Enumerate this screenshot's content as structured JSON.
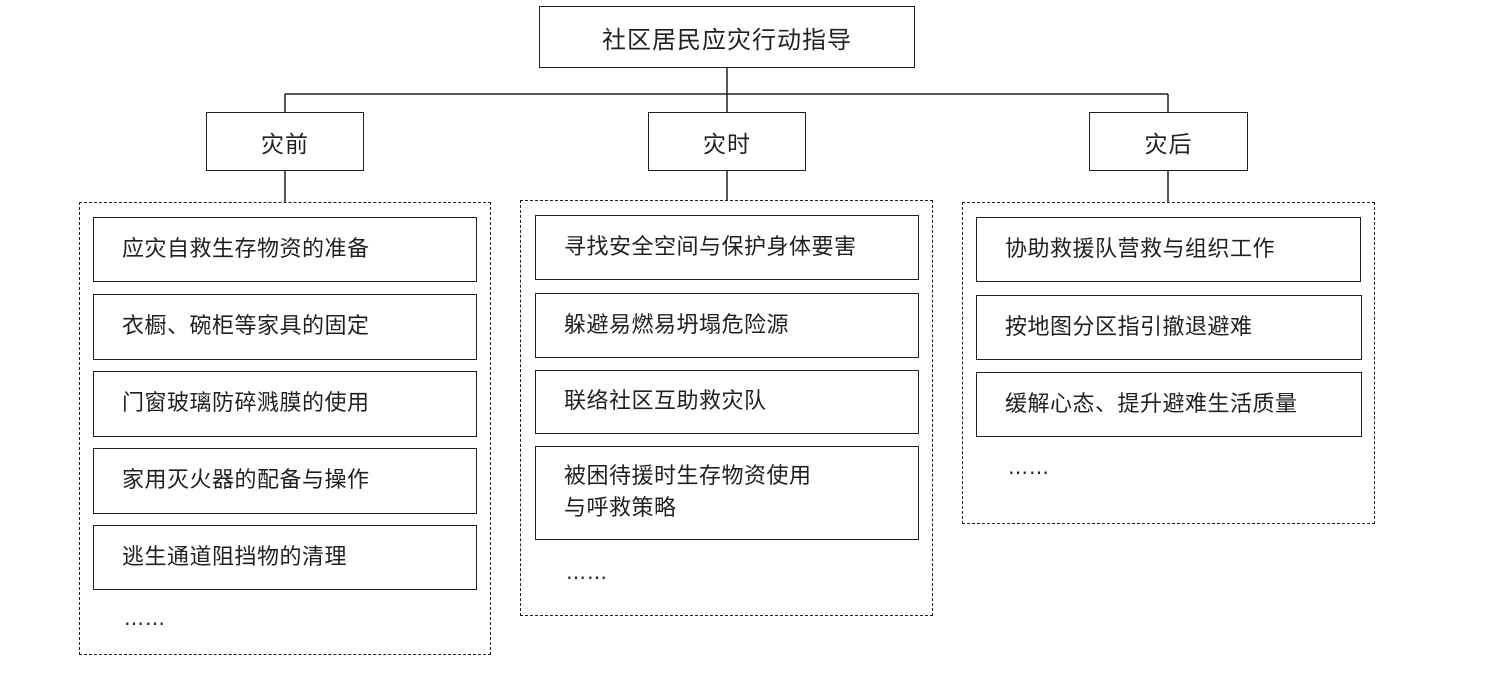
{
  "title": "社区居民应灾行动指导",
  "phases": [
    {
      "label": "灾前",
      "items": [
        "应灾自救生存物资的准备",
        "衣橱、碗柜等家具的固定",
        "门窗玻璃防碎溅膜的使用",
        "家用灭火器的配备与操作",
        "逃生通道阻挡物的清理"
      ],
      "more": "……"
    },
    {
      "label": "灾时",
      "items": [
        "寻找安全空间与保护身体要害",
        "躲避易燃易坍塌危险源",
        "联络社区互助救灾队",
        "被困待援时生存物资使用\n与呼救策略"
      ],
      "more": "……"
    },
    {
      "label": "灾后",
      "items": [
        "协助救援队营救与组织工作",
        "按地图分区指引撤退避难",
        "缓解心态、提升避难生活质量"
      ],
      "more": "……"
    }
  ]
}
